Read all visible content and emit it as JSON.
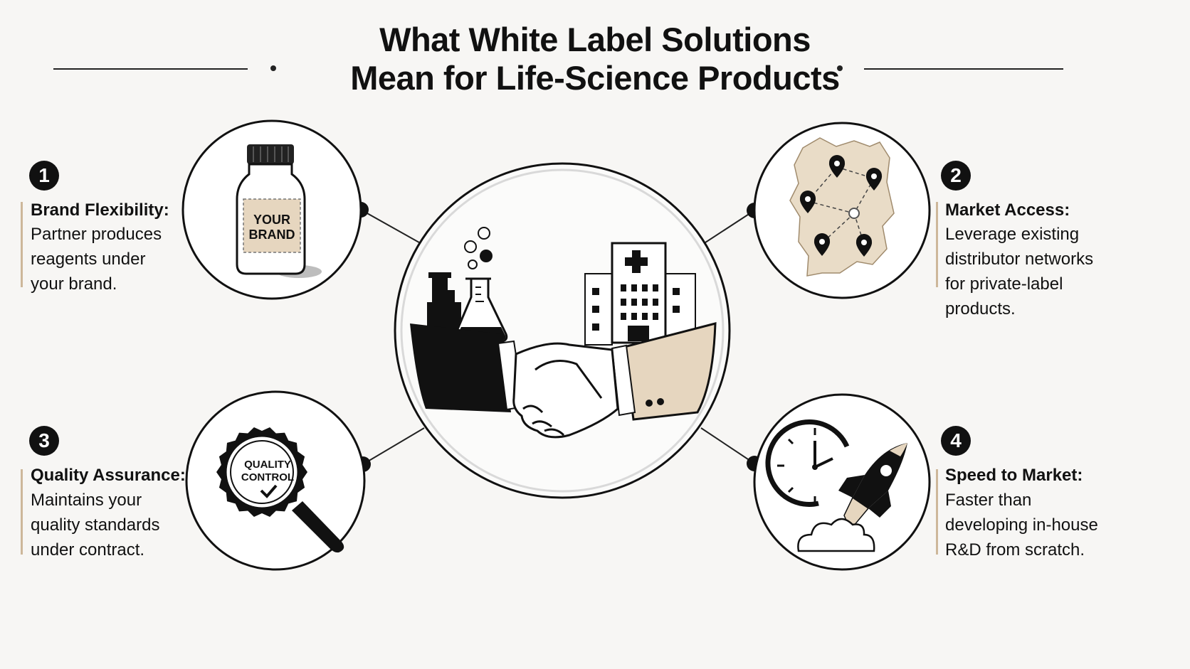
{
  "title": {
    "line1": "What White Label Solutions",
    "line2": "Mean for Life-Science Products"
  },
  "center_graphic": {
    "icons": [
      "factory-icon",
      "flask-icon",
      "hospital-icon",
      "handshake-icon"
    ]
  },
  "benefits": [
    {
      "number": "1",
      "title": "Brand Flexibility:",
      "lines": [
        "Partner produces",
        "reagents under",
        "your brand."
      ],
      "icon": "reagent-bottle-icon",
      "icon_label_line1": "YOUR",
      "icon_label_line2": "BRAND"
    },
    {
      "number": "2",
      "title": "Market Access:",
      "lines": [
        "Leverage existing",
        "distributor networks",
        "for private-label",
        "products."
      ],
      "icon": "distribution-map-icon"
    },
    {
      "number": "3",
      "title": "Quality Assurance:",
      "lines": [
        "Maintains your",
        "quality standards",
        "under contract."
      ],
      "icon": "quality-control-magnifier-icon",
      "icon_label_line1": "QUALITY",
      "icon_label_line2": "CONTROL"
    },
    {
      "number": "4",
      "title": "Speed to Market:",
      "lines": [
        "Faster than",
        "developing in-house",
        "R&D from scratch."
      ],
      "icon": "clock-rocket-icon"
    }
  ],
  "colors": {
    "background": "#f7f6f4",
    "ink": "#111111",
    "accent_beige": "#e6d6bf",
    "accent_bar": "#cdb79a"
  }
}
